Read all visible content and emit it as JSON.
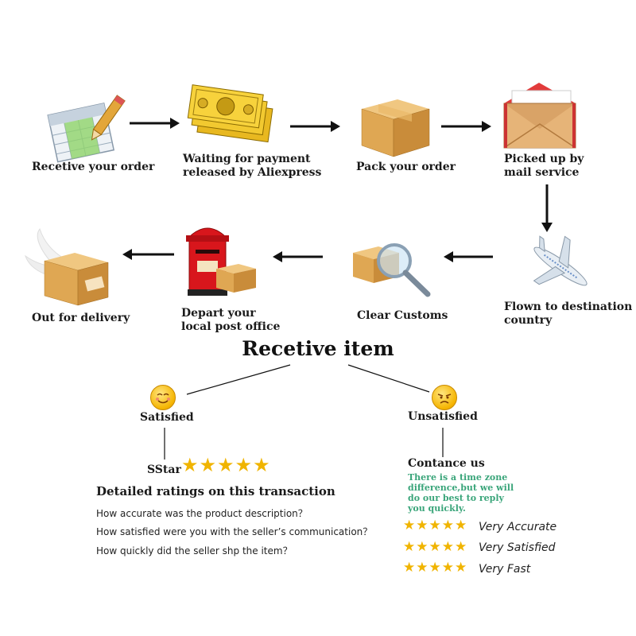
{
  "steps": [
    {
      "label": "Recetive your order",
      "icon": "order-form-icon"
    },
    {
      "label": "Waiting for payment\nreleased by Aliexpress",
      "icon": "money-icon"
    },
    {
      "label": "Pack your order",
      "icon": "package-icon"
    },
    {
      "label": "Picked up by\nmail service",
      "icon": "envelope-icon"
    },
    {
      "label": "Flown to destination\ncountry",
      "icon": "airplane-icon"
    },
    {
      "label": "Clear Customs",
      "icon": "magnifier-box-icon"
    },
    {
      "label": "Depart your\nlocal post office",
      "icon": "postbox-icon"
    },
    {
      "label": "Out for delivery",
      "icon": "winged-box-icon"
    }
  ],
  "receive": {
    "title": "Recetive item",
    "satisfied": "Satisfied",
    "unsatisfied": "Unsatisfied",
    "sstar_label": "SStar",
    "sstar_stars": "★★★★★",
    "detailed_title": "Detailed ratings on this transaction",
    "questions": [
      "How accurate was the product description？",
      "How satisfied were you with the seller’s communication？",
      "How quickly did the seller shp the item？"
    ],
    "contact_title": "Contance us",
    "contact_note": "There is a time zone\ndifference,but we will\ndo  our best to reply\nyou quickly.",
    "ratings": [
      {
        "stars": "★★★★★",
        "text": "Very Accurate"
      },
      {
        "stars": "★★★★★",
        "text": "Very Satisfied"
      },
      {
        "stars": "★★★★★",
        "text": "Very Fast"
      }
    ]
  },
  "colors": {
    "star": "#f0b400",
    "note": "#3aa57a",
    "arrow": "#111111"
  }
}
